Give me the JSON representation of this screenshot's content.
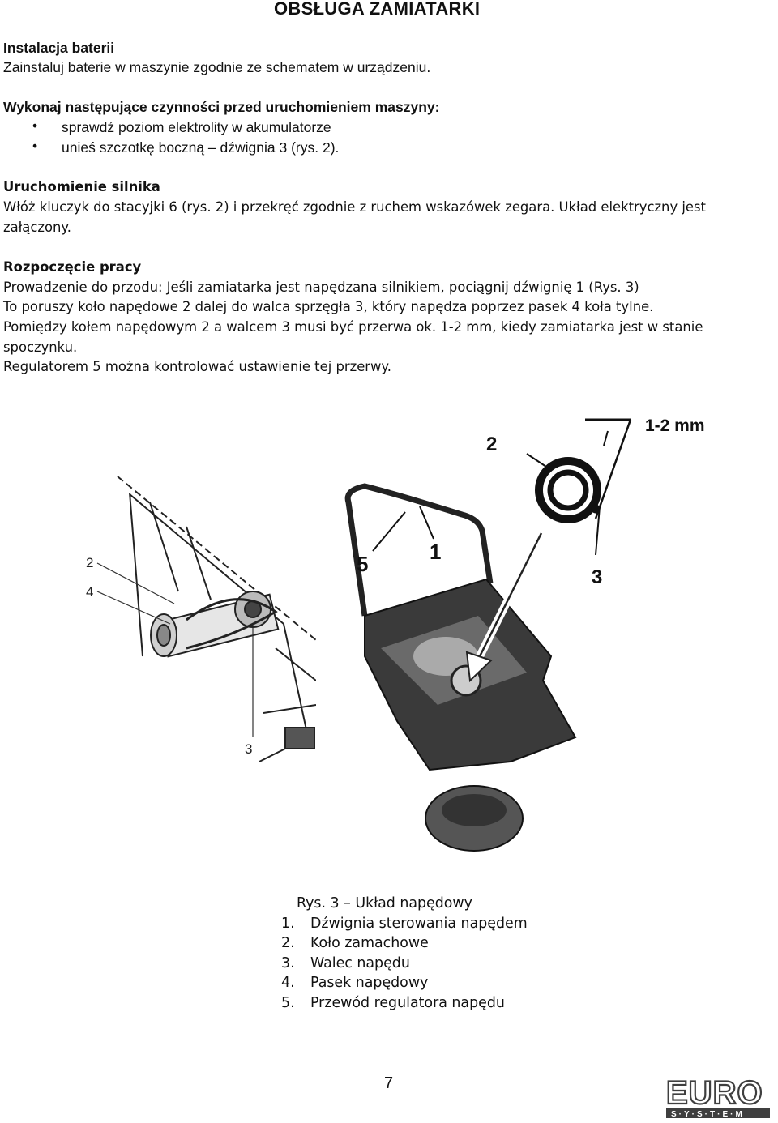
{
  "title": "OBSŁUGA ZAMIATARKI",
  "battery": {
    "heading": "Instalacja  baterii",
    "text": "Zainstaluj baterie w maszynie zgodnie ze schematem w urządzeniu."
  },
  "before_start": {
    "heading": "Wykonaj następujące czynności przed uruchomieniem maszyny:",
    "items": [
      "sprawdź poziom elektrolity w akumulatorze",
      "unieś szczotkę boczną – dźwignia 3 (rys. 2)."
    ]
  },
  "engine": {
    "heading": "Uruchomienie  silnika",
    "line1": "Włóż kluczyk do stacyjki 6 (rys. 2) i przekręć zgodnie z ruchem wskazówek zegara. Układ elektryczny jest",
    "line2": "załączony."
  },
  "work": {
    "heading": "Rozpoczęcie pracy",
    "lines": [
      "Prowadzenie do przodu: Jeśli zamiatarka jest napędzana silnikiem, pociągnij dźwignię 1 (Rys. 3)",
      "To poruszy koło napędowe 2 dalej do walca sprzęgła 3, który napędza poprzez pasek 4 koła tylne.",
      "Pomiędzy kołem napędowym 2 a walcem 3 musi być przerwa ok. 1-2 mm, kiedy zamiatarka jest w stanie",
      "spoczynku.",
      "Regulatorem 5 można kontrolować ustawienie tej przerwy."
    ]
  },
  "figure": {
    "left_labels": [
      "2",
      "4",
      "3"
    ],
    "right_labels": [
      "2",
      "1-2 mm",
      "5",
      "1",
      "3"
    ]
  },
  "caption": {
    "title": "Rys. 3 – Układ napędowy",
    "items": [
      {
        "num": "1.",
        "text": "Dźwignia sterowania napędem"
      },
      {
        "num": "2.",
        "text": "Koło zamachowe"
      },
      {
        "num": "3.",
        "text": "Walec napędu"
      },
      {
        "num": "4.",
        "text": "Pasek napędowy"
      },
      {
        "num": "5.",
        "text": "Przewód regulatora napędu"
      }
    ]
  },
  "page_number": "7",
  "logo": {
    "main": "EURO",
    "sub": "S·Y·S·T·E·M"
  }
}
